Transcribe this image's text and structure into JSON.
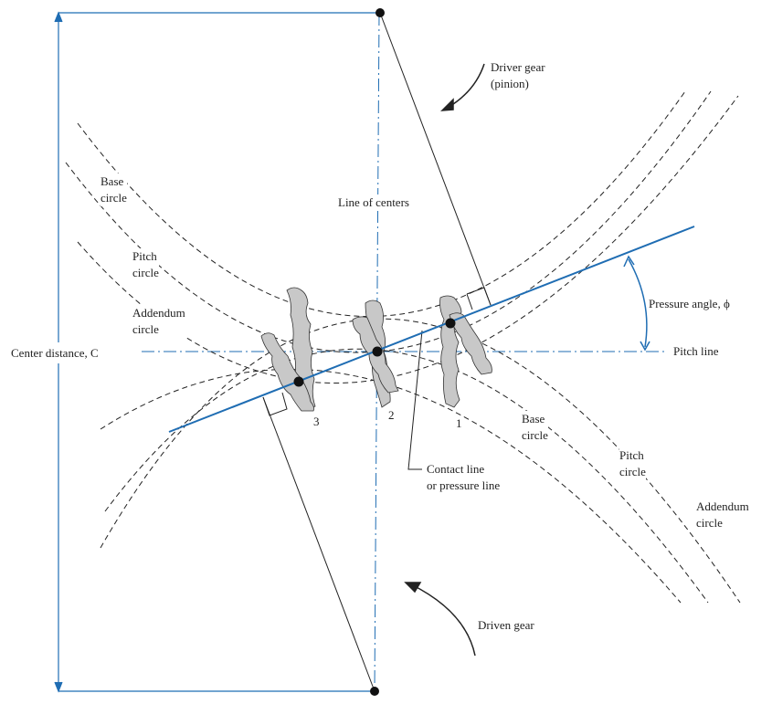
{
  "labels": {
    "driver_gear": [
      "Driver gear",
      "(pinion)"
    ],
    "line_of_centers": "Line of centers",
    "upper_base_circle": [
      "Base",
      "circle"
    ],
    "upper_pitch_circle": [
      "Pitch",
      "circle"
    ],
    "upper_addendum_circle": [
      "Addendum",
      "circle"
    ],
    "center_distance": "Center distance, C",
    "pressure_angle": "Pressure angle, ϕ",
    "pitch_line": "Pitch line",
    "contact_line": [
      "Contact line",
      "or pressure line"
    ],
    "lower_base_circle": [
      "Base",
      "circle"
    ],
    "lower_pitch_circle": [
      "Pitch",
      "circle"
    ],
    "lower_addendum_circle": [
      "Addendum",
      "circle"
    ],
    "driven_gear": "Driven gear",
    "positions": [
      "1",
      "2",
      "3"
    ]
  },
  "colors": {
    "accent": "#1f6db3",
    "tooth": "#c8c8c8",
    "line": "#222222"
  }
}
